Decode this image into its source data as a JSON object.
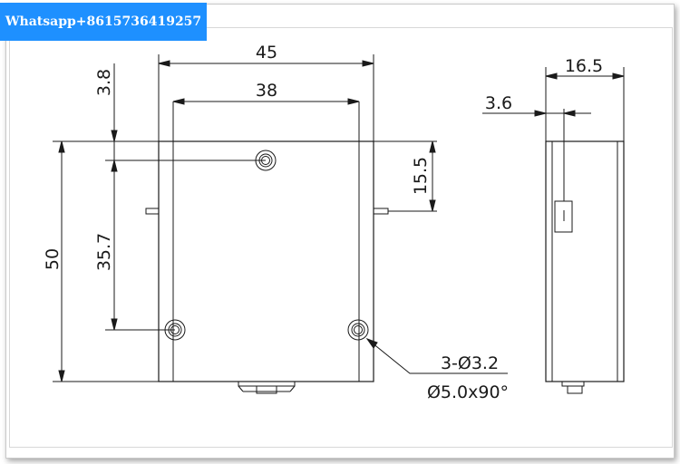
{
  "watermark": {
    "text": "Whatsapp+8615736419257"
  },
  "drawing": {
    "dims": {
      "width_outer": "45",
      "width_holes": "38",
      "top_offset": "3.8",
      "height_total": "50",
      "hole_spacing": "35.7",
      "pin_offset": "15.5",
      "depth": "16.5",
      "pin_depth": "3.6"
    },
    "callout": {
      "line1": "3-Ø3.2",
      "line2": "Ø5.0x90°"
    }
  }
}
